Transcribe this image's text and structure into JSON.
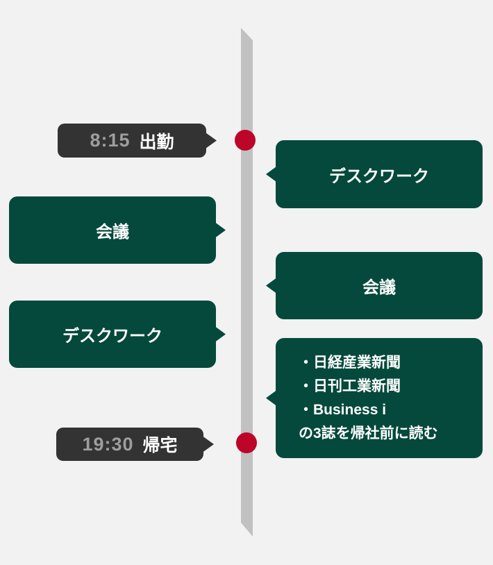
{
  "colors": {
    "background": "#f2f2f2",
    "timeline_bar": "#c1c1c1",
    "timeline_dot": "#bd0429",
    "time_bubble_bg": "#333333",
    "time_text": "#9e9e9e",
    "activity_bubble_bg": "#04493c",
    "activity_text": "#ffffff"
  },
  "milestones": [
    {
      "time": "8:15",
      "label": "出勤"
    },
    {
      "time": "19:30",
      "label": "帰宅"
    }
  ],
  "activities_left": [
    {
      "label": "会議"
    },
    {
      "label": "デスクワーク"
    }
  ],
  "activities_right": [
    {
      "label": "デスクワーク"
    },
    {
      "label": "会議"
    }
  ],
  "reading_note": {
    "lines": [
      "・日経産業新聞",
      "・日刊工業新聞",
      "・Business i",
      "の3誌を帰社前に読む"
    ]
  }
}
